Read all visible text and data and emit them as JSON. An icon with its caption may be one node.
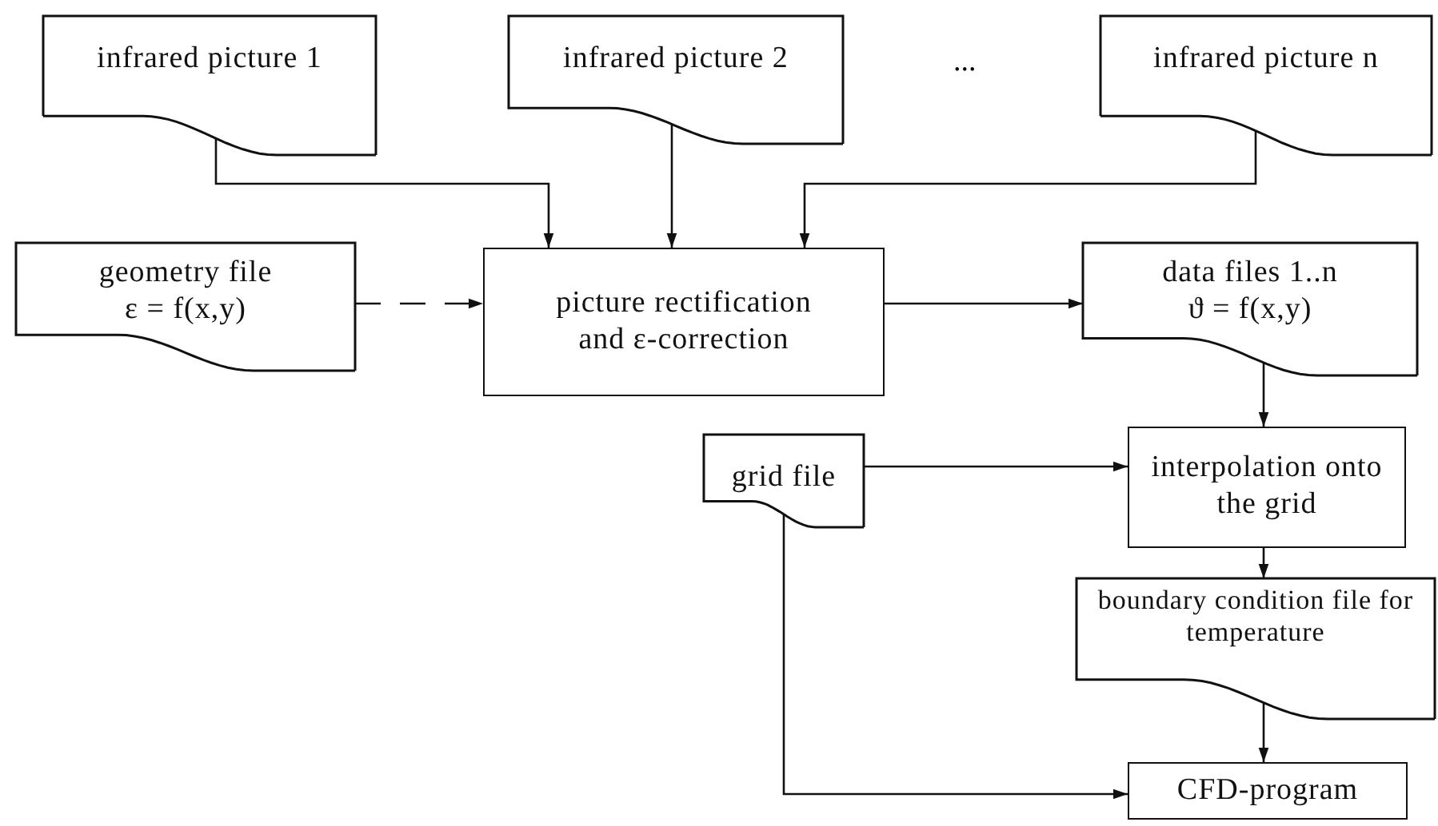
{
  "diagram": {
    "nodes": [
      {
        "text": [
          "infrared picture 1"
        ]
      },
      {
        "text": [
          "infrared picture 2"
        ]
      },
      {
        "text": [
          "infrared picture n"
        ]
      },
      {
        "text": [
          "geometry file",
          "ε = f(x,y)"
        ]
      },
      {
        "text": [
          "picture rectification and ε-correction"
        ]
      },
      {
        "text": [
          "data files 1..n",
          "ϑ = f(x,y)"
        ]
      },
      {
        "text": [
          "grid file"
        ]
      },
      {
        "text": [
          "interpolation onto the grid"
        ]
      },
      {
        "text": [
          "boundary condition file for temperature"
        ]
      },
      {
        "text": [
          "CFD-program"
        ]
      }
    ],
    "edges": [
      {
        "from": 0,
        "to": 4,
        "arrow": "to"
      },
      {
        "from": 1,
        "to": 4,
        "arrow": "to"
      },
      {
        "from": 2,
        "to": 4,
        "arrow": "to"
      },
      {
        "from": 3,
        "to": 4,
        "arrow": "to",
        "style": "dashed"
      },
      {
        "from": 4,
        "to": 5,
        "arrow": "to"
      },
      {
        "from": 5,
        "to": 7,
        "arrow": "to"
      },
      {
        "from": 6,
        "to": 7,
        "arrow": "to"
      },
      {
        "from": 7,
        "to": 8,
        "arrow": "to"
      },
      {
        "from": 8,
        "to": 9,
        "arrow": "to"
      },
      {
        "from": 6,
        "to": 9,
        "arrow": "to"
      }
    ],
    "labels": [
      "..."
    ]
  }
}
